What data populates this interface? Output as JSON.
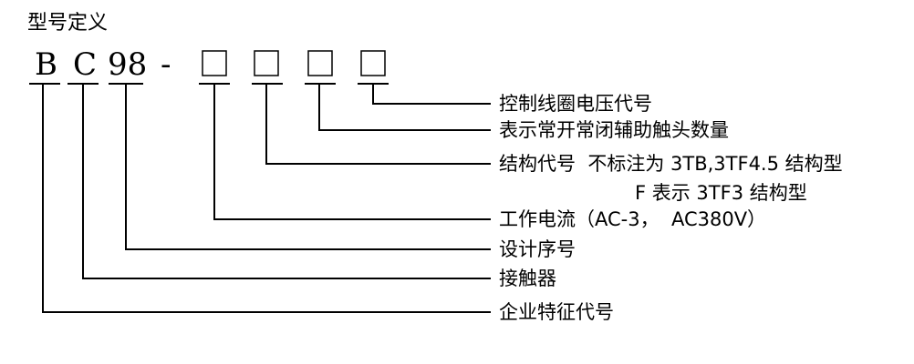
{
  "title": "型号定义",
  "code": {
    "chars": [
      "B",
      "C",
      "98"
    ],
    "dash": "-"
  },
  "labels": [
    "控制线圈电压代号",
    "表示常开常闭辅助触头数量",
    "结构代号  不标注为 3TB,3TF4.5 结构型",
    "F 表示 3TF3 结构型",
    "工作电流（AC-3，  AC380V）",
    "设计序号",
    "接触器",
    "企业特征代号"
  ],
  "colors": {
    "line": "#000000",
    "text": "#000000"
  }
}
